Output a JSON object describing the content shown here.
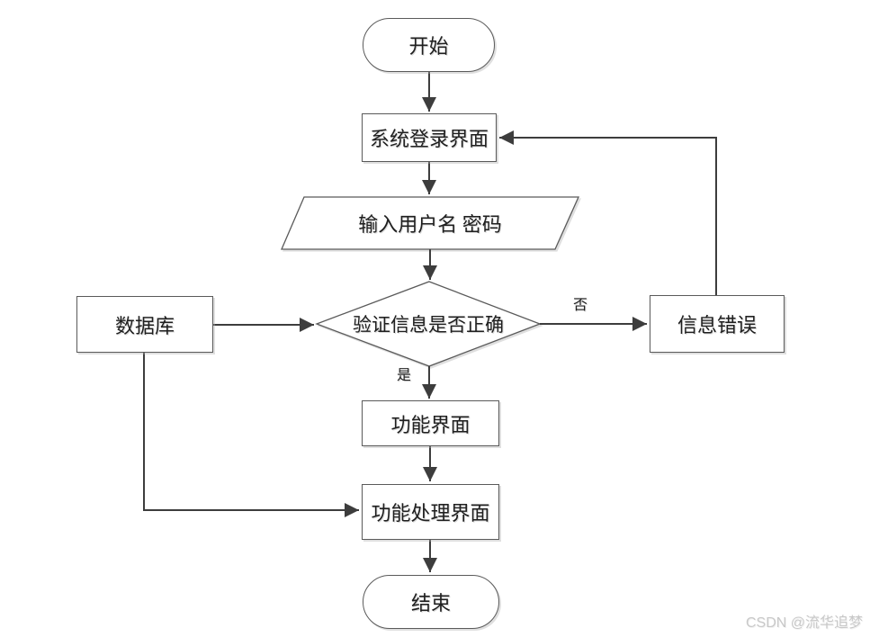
{
  "diagram": {
    "title": "login-flowchart",
    "background_color": "#ffffff",
    "connector_color": "#3d3d3d",
    "shape_border_color": "#5a5a5a",
    "text_color": "#1f1f1f",
    "nodes": {
      "start": {
        "label": "开始",
        "shape": "stadium"
      },
      "login": {
        "label": "系统登录界面",
        "shape": "rect"
      },
      "input": {
        "label": "输入用户名 密码",
        "shape": "parallelogram"
      },
      "verify": {
        "label": "验证信息是否正确",
        "shape": "diamond"
      },
      "database": {
        "label": "数据库",
        "shape": "rect"
      },
      "error": {
        "label": "信息错误",
        "shape": "rect"
      },
      "func": {
        "label": "功能界面",
        "shape": "rect"
      },
      "funcproc": {
        "label": "功能处理界面",
        "shape": "rect"
      },
      "end": {
        "label": "结束",
        "shape": "stadium"
      }
    },
    "edge_labels": {
      "yes": "是",
      "no": "否"
    },
    "edges": [
      {
        "from": "start",
        "to": "login",
        "label": ""
      },
      {
        "from": "login",
        "to": "input",
        "label": ""
      },
      {
        "from": "input",
        "to": "verify",
        "label": ""
      },
      {
        "from": "verify",
        "to": "func",
        "label": "是"
      },
      {
        "from": "verify",
        "to": "error",
        "label": "否"
      },
      {
        "from": "error",
        "to": "login",
        "label": ""
      },
      {
        "from": "database",
        "to": "verify",
        "label": ""
      },
      {
        "from": "database",
        "to": "funcproc",
        "label": ""
      },
      {
        "from": "func",
        "to": "funcproc",
        "label": ""
      },
      {
        "from": "funcproc",
        "to": "end",
        "label": ""
      }
    ]
  },
  "watermark": {
    "text": "CSDN @流华追梦",
    "color": "#c8c8c8"
  }
}
